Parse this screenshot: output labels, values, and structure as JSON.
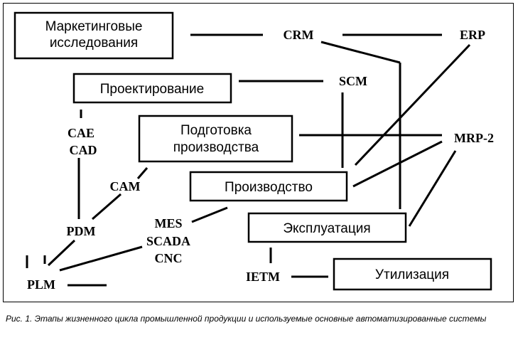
{
  "boxes": {
    "marketing": [
      "Маркетинговые",
      "исследования"
    ],
    "design": [
      "Проектирование"
    ],
    "preparation": [
      "Подготовка",
      "производства"
    ],
    "production": [
      "Производство"
    ],
    "operation": [
      "Эксплуатация"
    ],
    "disposal": [
      "Утилизация"
    ]
  },
  "acronyms": {
    "crm": "CRM",
    "erp": "ERP",
    "scm": "SCM",
    "mrp2": "MRP-2",
    "cae": "CAE",
    "cad": "CAD",
    "cam": "CAM",
    "pdm": "PDM",
    "plm": "PLM",
    "mes": "MES",
    "scada": "SCADA",
    "cnc": "CNC",
    "ietm": "IETM"
  },
  "caption": "Рис. 1. Этапы жизненного цикла промышленной продукции и используемые основные автоматизированные системы"
}
